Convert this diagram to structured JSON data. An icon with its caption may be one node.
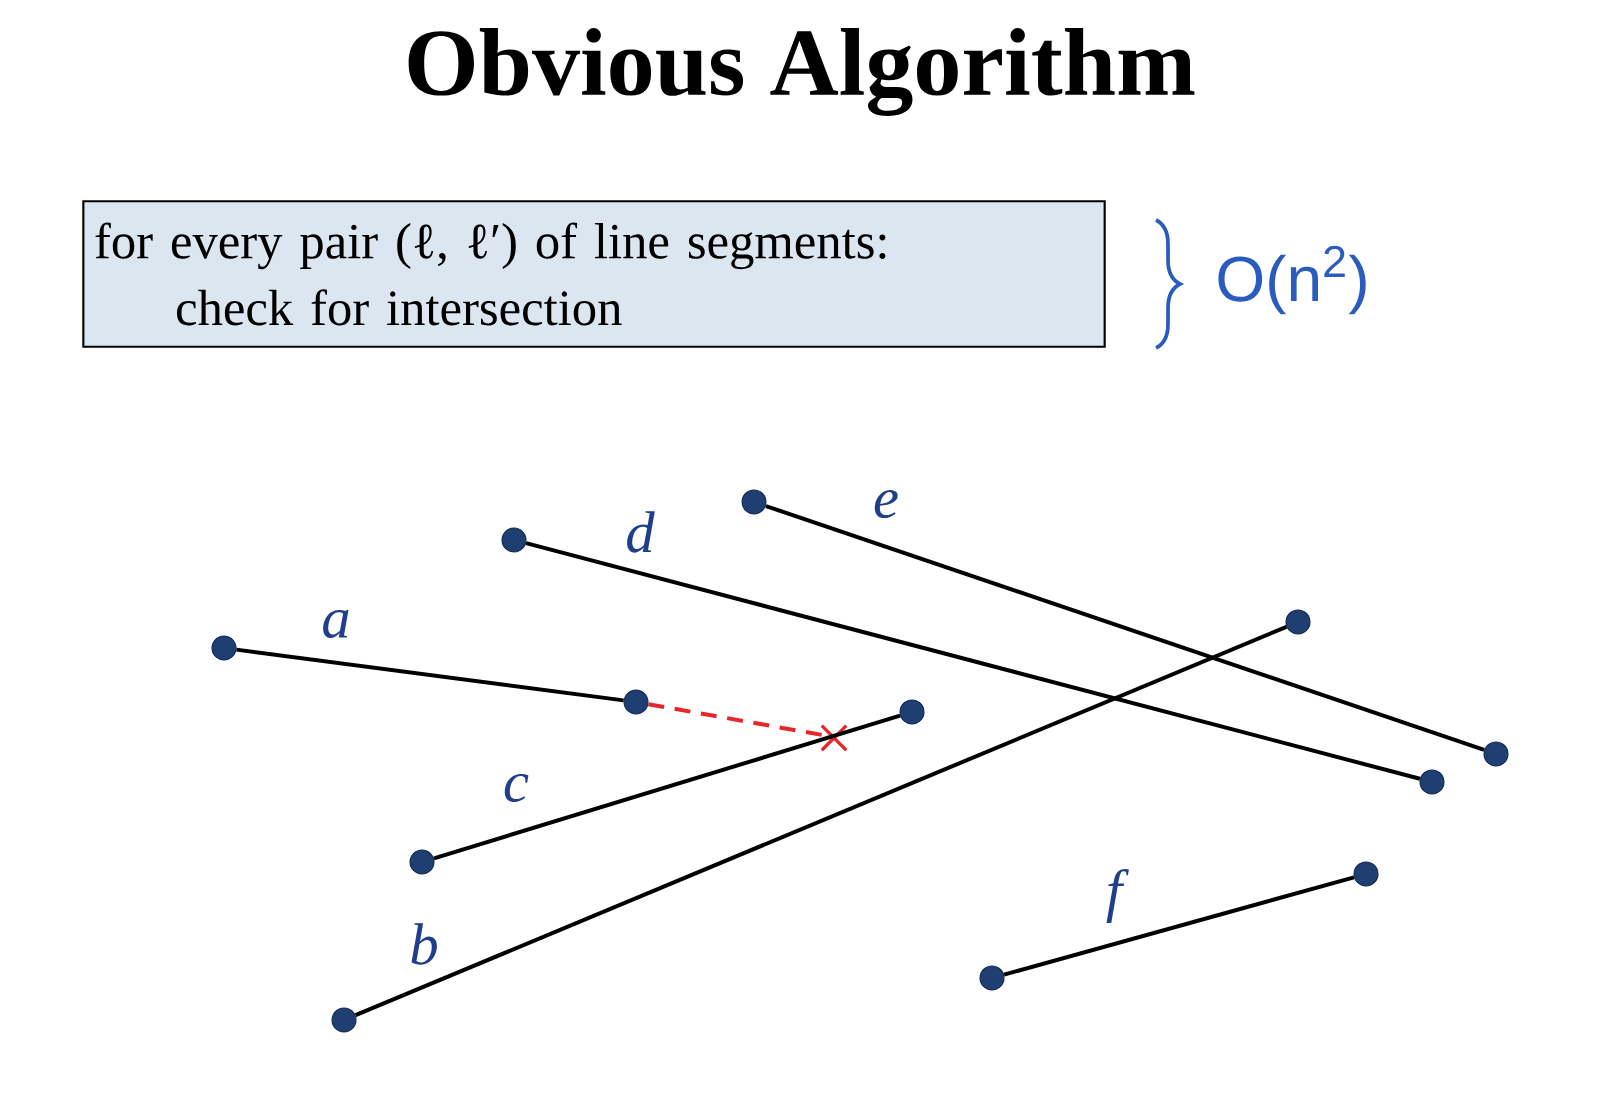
{
  "diagram": {
    "title": "Obvious Algorithm",
    "nodes": [
      {
        "text": [
          "for every pair (ℓ, ℓ′) of line segments:",
          "check for intersection"
        ]
      },
      {
        "text": [],
        "shape": "circle"
      },
      {
        "text": [],
        "shape": "circle"
      },
      {
        "text": [],
        "shape": "circle"
      },
      {
        "text": [],
        "shape": "circle"
      },
      {
        "text": [],
        "shape": "circle"
      },
      {
        "text": [],
        "shape": "circle"
      },
      {
        "text": [],
        "shape": "circle"
      },
      {
        "text": [],
        "shape": "circle"
      },
      {
        "text": [],
        "shape": "circle"
      },
      {
        "text": [],
        "shape": "circle"
      },
      {
        "text": [],
        "shape": "circle"
      },
      {
        "text": [],
        "shape": "circle"
      }
    ],
    "edges": [
      {
        "from": 1,
        "to": 2,
        "arrow": "none",
        "label": "a"
      },
      {
        "from": 3,
        "to": 4,
        "arrow": "none",
        "label": "d"
      },
      {
        "from": 5,
        "to": 6,
        "arrow": "none",
        "label": "e"
      },
      {
        "from": 7,
        "to": 8,
        "arrow": "none",
        "label": "c"
      },
      {
        "from": 9,
        "to": 10,
        "arrow": "none",
        "label": "b"
      },
      {
        "from": 11,
        "to": 12,
        "arrow": "none",
        "label": "f"
      },
      {
        "from": 2,
        "to": null,
        "arrow": "none",
        "style": "dashed",
        "color": "#e8262a"
      }
    ],
    "labels": [
      "O(n$^{2}$)"
    ]
  }
}
